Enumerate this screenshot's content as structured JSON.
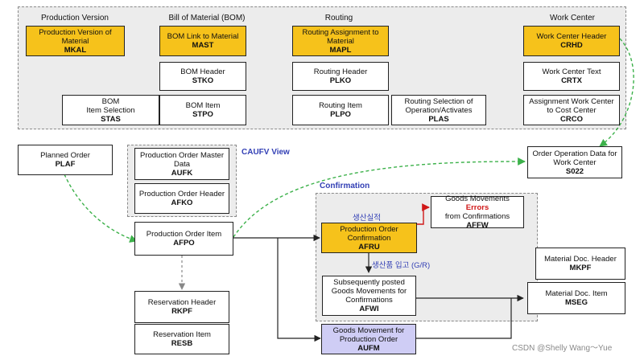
{
  "headers": {
    "production_version": "Production Version",
    "bom": "Bill of Material (BOM)",
    "routing": "Routing",
    "work_center": "Work Center"
  },
  "labels": {
    "caufv_view": "CAUFV View",
    "confirmation": "Confirmation",
    "production_perf": "생산실적",
    "goods_receipt": "생산품 입고 (G/R)"
  },
  "boxes": {
    "mkal": {
      "name": "Production Version of Material",
      "code": "MKAL"
    },
    "mast": {
      "name": "BOM Link to Material",
      "code": "MAST"
    },
    "mapl": {
      "name": "Routing Assignment to Material",
      "code": "MAPL"
    },
    "crhd": {
      "name": "Work Center Header",
      "code": "CRHD"
    },
    "stko": {
      "name": "BOM Header",
      "code": "STKO"
    },
    "plko": {
      "name": "Routing Header",
      "code": "PLKO"
    },
    "crtx": {
      "name": "Work Center Text",
      "code": "CRTX"
    },
    "stas": {
      "name1": "BOM",
      "name2": "Item Selection",
      "code": "STAS"
    },
    "stpo": {
      "name": "BOM Item",
      "code": "STPO"
    },
    "plpo": {
      "name": "Routing Item",
      "code": "PLPO"
    },
    "plas": {
      "name": "Routing Selection of Operation/Activates",
      "code": "PLAS"
    },
    "crco": {
      "name": "Assignment Work Center to Cost Center",
      "code": "CRCO"
    },
    "plaf": {
      "name": "Planned Order",
      "code": "PLAF"
    },
    "aufk": {
      "name": "Production Order Master Data",
      "code": "AUFK"
    },
    "afko": {
      "name": "Production Order Header",
      "code": "AFKO"
    },
    "afpo": {
      "name": "Production Order Item",
      "code": "AFPO"
    },
    "s022": {
      "name": "Order Operation Data for Work Center",
      "code": "S022"
    },
    "affw": {
      "name_prefix": "Goods Movements",
      "name_err": "Errors",
      "name_suffix": "from Confirmations",
      "code": "AFFW"
    },
    "afru": {
      "name": "Production Order Confirmation",
      "code": "AFRU"
    },
    "afwi": {
      "name": "Subsequently posted Goods Movements for Confirmations",
      "code": "AFWI"
    },
    "mkpf": {
      "name": "Material Doc. Header",
      "code": "MKPF"
    },
    "mseg": {
      "name": "Material Doc. Item",
      "code": "MSEG"
    },
    "rkpf": {
      "name": "Reservation Header",
      "code": "RKPF"
    },
    "resb": {
      "name": "Reservation Item",
      "code": "RESB"
    },
    "aufm": {
      "name": "Goods Movement for Production Order",
      "code": "AUFM"
    }
  },
  "watermark": "CSDN @Shelly Wang～Yue",
  "colors": {
    "yellow": "#f6c21b",
    "lavender": "#cfcdf5",
    "green_dashed": "#3cb14a",
    "red_arrow": "#d01818",
    "region_fill": "#ececec"
  }
}
